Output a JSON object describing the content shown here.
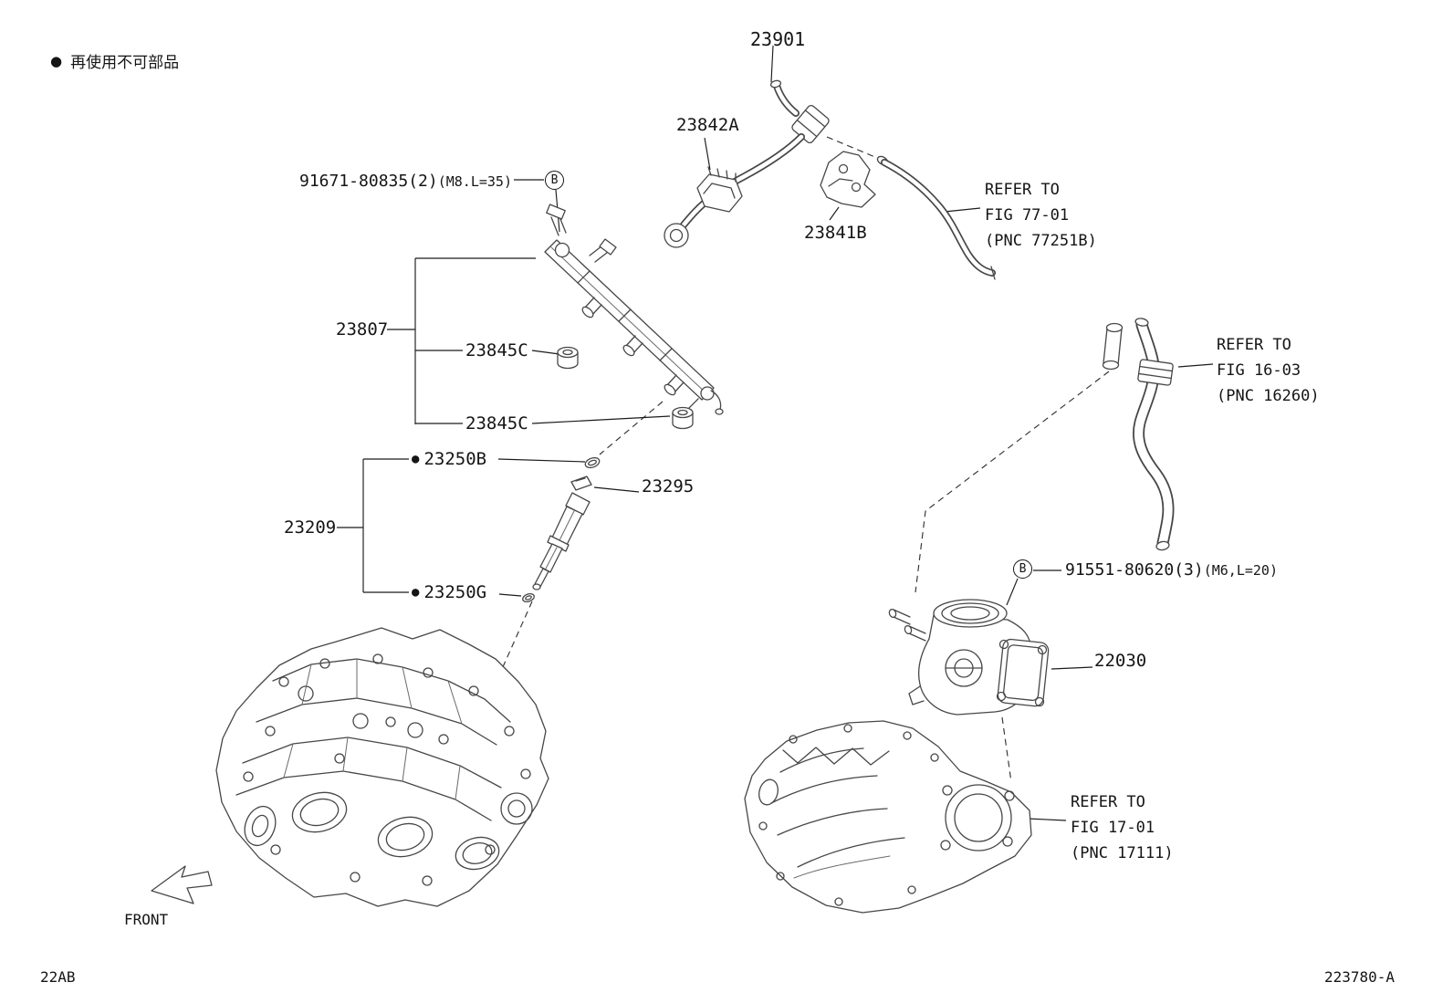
{
  "colors": {
    "ink": "#474747",
    "leader": "#1c1c1c",
    "text": "#151515",
    "background": "#ffffff"
  },
  "legend": {
    "marker": "●",
    "text": "再使用不可部品"
  },
  "callouts": {
    "fuel_pipe_no": "23901",
    "pipe_connector_no": "23842A",
    "rail_bolt": {
      "badge": "B",
      "number": "91671-80835(2)",
      "spec": "(M8.L=35)"
    },
    "pipe_bracket_no": "23841B",
    "refer_fig77": "REFER TO\nFIG 77-01\n(PNC 77251B)",
    "fuel_rail_no": "23807",
    "insulator_upper_no": "23845C",
    "insulator_lower_no": "23845C",
    "oring_upper": {
      "marker": "●",
      "number": "23250B"
    },
    "clip_no": "23295",
    "injector_no": "23209",
    "oring_lower": {
      "marker": "●",
      "number": "23250G"
    },
    "refer_fig16": "REFER TO\nFIG 16-03\n(PNC 16260)",
    "throttle_bolt": {
      "badge": "B",
      "number": "91551-80620(3)",
      "spec": "(M6,L=20)"
    },
    "throttle_body_no": "22030",
    "refer_fig17": "REFER TO\nFIG 17-01\n(PNC 17111)"
  },
  "footer": {
    "front_label": "FRONT",
    "sheet_code": "22AB",
    "figure_code": "223780-A"
  }
}
